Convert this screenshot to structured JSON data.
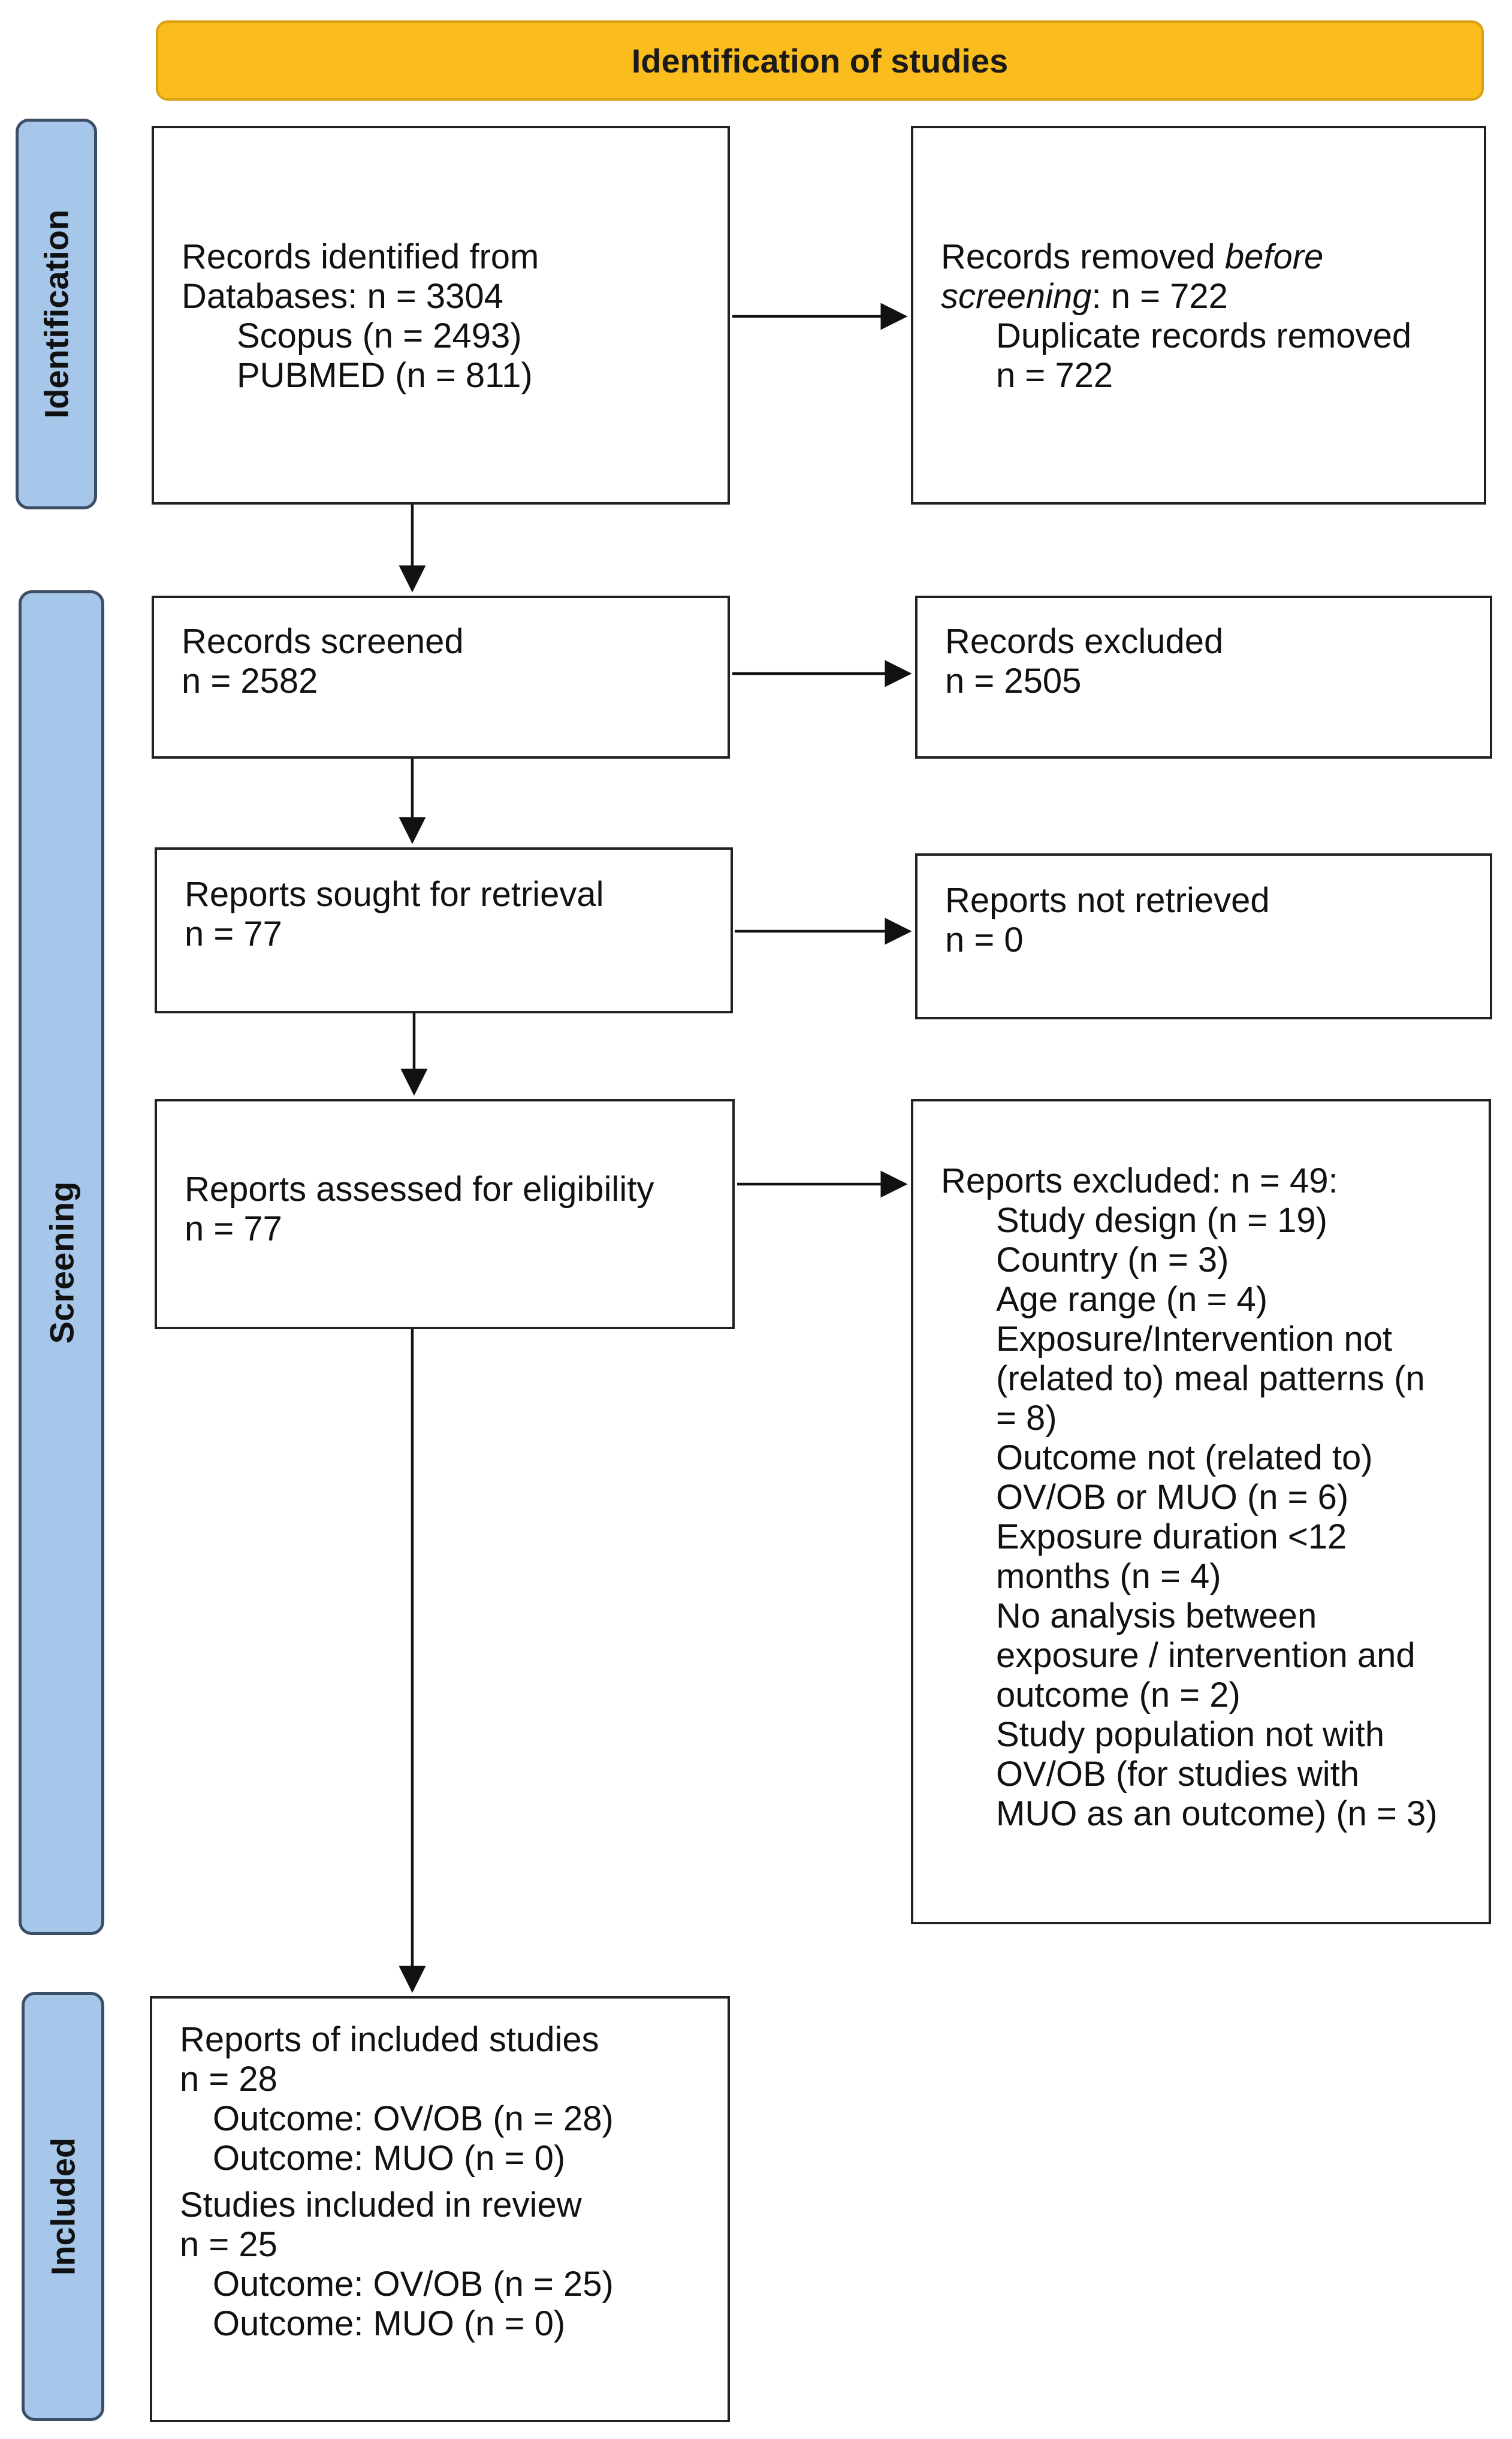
{
  "banner": {
    "title": "Identification of studies"
  },
  "phases": {
    "identification": "Identification",
    "screening": "Screening",
    "included": "Included"
  },
  "identified": {
    "line1": "Records identified from",
    "line2": "Databases: n = 3304",
    "scopus": "Scopus (n = 2493)",
    "pubmed": "PUBMED (n = 811)"
  },
  "removed": {
    "line1_prefix": "Records removed ",
    "line1_italic": "before",
    "line2_italic": "screening",
    "line2_suffix": ": n = 722",
    "dup_label": "Duplicate records removed",
    "dup_count": "n = 722"
  },
  "screened": {
    "label": "Records screened",
    "count": "n = 2582"
  },
  "excluded_records": {
    "label": "Records excluded",
    "count": "n = 2505"
  },
  "sought": {
    "label": "Reports sought for retrieval",
    "count": "n = 77"
  },
  "not_retrieved": {
    "label": "Reports not retrieved",
    "count": "n = 0"
  },
  "assessed": {
    "label": "Reports assessed for eligibility",
    "count": "n = 77"
  },
  "reports_excluded": {
    "header": "Reports excluded: n = 49:",
    "lines": [
      "Study design (n = 19)",
      "Country (n = 3)",
      "Age range (n = 4)",
      "Exposure/Intervention not",
      "(related to) meal patterns (n",
      "= 8)",
      "Outcome not (related to)",
      "OV/OB or MUO (n = 6)",
      "Exposure duration <12",
      "months (n = 4)",
      "No analysis between",
      "exposure / intervention and",
      "outcome (n = 2)",
      "Study population not with",
      "OV/OB (for studies with",
      "MUO as an outcome) (n = 3)"
    ]
  },
  "included": {
    "reports_label": "Reports of included studies",
    "reports_count": "n = 28",
    "reports_ovob": "Outcome: OV/OB (n = 28)",
    "reports_muo": "Outcome: MUO (n = 0)",
    "studies_label": "Studies included in review",
    "studies_count": "n = 25",
    "studies_ovob": "Outcome: OV/OB (n = 25)",
    "studies_muo": "Outcome: MUO (n = 0)"
  },
  "colors": {
    "banner": "#fbbd1d",
    "phase": "#a6c6ea",
    "phase_border": "#3c4f67",
    "box_border": "#222222"
  }
}
